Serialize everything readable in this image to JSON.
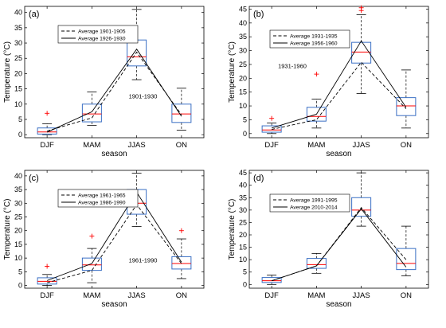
{
  "chart_data": [
    {
      "type": "box",
      "panel_label": "(a)",
      "categories": [
        "DJF",
        "MAM",
        "JJAS",
        "ON"
      ],
      "xlabel": "season",
      "ylabel": "Temperature (°C)",
      "ylim": [
        -1,
        42
      ],
      "yticks": [
        0,
        5,
        10,
        15,
        20,
        25,
        30,
        35,
        40
      ],
      "annotation": "1901-1930",
      "legend": {
        "placement": "top-left"
      },
      "boxes": [
        {
          "min": 0.0,
          "q1": 0.2,
          "median": 0.9,
          "q3": 2.2,
          "max": 3.6,
          "outliers": [
            7.0
          ]
        },
        {
          "min": 3.0,
          "q1": 4.2,
          "median": 6.8,
          "q3": 10.0,
          "max": 14.0,
          "outliers": []
        },
        {
          "min": 18.0,
          "q1": 22.5,
          "median": 25.5,
          "q3": 31.0,
          "max": 41.0,
          "outliers": []
        },
        {
          "min": 1.5,
          "q1": 4.0,
          "median": 6.8,
          "q3": 10.0,
          "max": 15.2,
          "outliers": []
        }
      ],
      "series": [
        {
          "name": "Average 1901-1905",
          "style": "dashed",
          "values": [
            1.2,
            5.5,
            27.0,
            6.5
          ]
        },
        {
          "name": "Average 1926-1930",
          "style": "solid",
          "values": [
            0.8,
            7.5,
            28.0,
            6.0
          ]
        }
      ]
    },
    {
      "type": "box",
      "panel_label": "(b)",
      "categories": [
        "DJF",
        "MAM",
        "JJAS",
        "ON"
      ],
      "xlabel": "season",
      "ylabel": "Temperature (°C)",
      "ylim": [
        -1.5,
        46
      ],
      "yticks": [
        0,
        5,
        10,
        15,
        20,
        25,
        30,
        35,
        40,
        45
      ],
      "annotation": "1931-1960",
      "legend": {
        "placement": "top-left"
      },
      "boxes": [
        {
          "min": 0.0,
          "q1": 0.5,
          "median": 1.3,
          "q3": 2.8,
          "max": 3.8,
          "outliers": [
            5.5
          ]
        },
        {
          "min": 2.0,
          "q1": 4.5,
          "median": 6.2,
          "q3": 9.5,
          "max": 12.5,
          "outliers": [
            21.5
          ]
        },
        {
          "min": 14.5,
          "q1": 25.5,
          "median": 29.5,
          "q3": 33.0,
          "max": 43.0,
          "outliers": [
            44.5,
            45.5
          ]
        },
        {
          "min": 2.0,
          "q1": 6.5,
          "median": 10.0,
          "q3": 13.0,
          "max": 23.0,
          "outliers": []
        }
      ],
      "series": [
        {
          "name": "Average 1931-1935",
          "style": "dashed",
          "values": [
            1.5,
            5.0,
            25.8,
            9.0
          ]
        },
        {
          "name": "Average 1956-1960",
          "style": "solid",
          "values": [
            2.0,
            7.0,
            33.5,
            9.5
          ]
        }
      ]
    },
    {
      "type": "box",
      "panel_label": "(c)",
      "categories": [
        "DJF",
        "MAM",
        "JJAS",
        "ON"
      ],
      "xlabel": "season",
      "ylabel": "Temperature (°C)",
      "ylim": [
        -1,
        42
      ],
      "yticks": [
        0,
        5,
        10,
        15,
        20,
        25,
        30,
        35,
        40
      ],
      "annotation": "1961-1990",
      "legend": {
        "placement": "top-left"
      },
      "boxes": [
        {
          "min": 0.0,
          "q1": 0.5,
          "median": 1.5,
          "q3": 2.8,
          "max": 4.0,
          "outliers": [
            7.0
          ]
        },
        {
          "min": 1.0,
          "q1": 5.5,
          "median": 7.5,
          "q3": 10.0,
          "max": 13.5,
          "outliers": [
            18.0
          ]
        },
        {
          "min": 21.5,
          "q1": 26.0,
          "median": 30.0,
          "q3": 35.0,
          "max": 41.0,
          "outliers": []
        },
        {
          "min": 2.5,
          "q1": 6.0,
          "median": 8.0,
          "q3": 10.5,
          "max": 17.0,
          "outliers": [
            20.0
          ]
        }
      ],
      "series": [
        {
          "name": "Average 1961-1965",
          "style": "dashed",
          "values": [
            1.0,
            5.5,
            29.5,
            8.0
          ]
        },
        {
          "name": "Average 1986-1990",
          "style": "solid",
          "values": [
            1.8,
            8.0,
            34.0,
            8.5
          ]
        }
      ]
    },
    {
      "type": "box",
      "panel_label": "(d)",
      "categories": [
        "DJF",
        "MAM",
        "JJAS",
        "ON"
      ],
      "xlabel": "season",
      "ylabel": "Temperature (°C)",
      "ylim": [
        -1.5,
        46
      ],
      "yticks": [
        0,
        5,
        10,
        15,
        20,
        25,
        30,
        35,
        40,
        45
      ],
      "annotation": "",
      "legend": {
        "placement": "top-left"
      },
      "boxes": [
        {
          "min": 0.0,
          "q1": 0.8,
          "median": 1.5,
          "q3": 2.8,
          "max": 3.8,
          "outliers": []
        },
        {
          "min": 4.5,
          "q1": 6.5,
          "median": 8.0,
          "q3": 10.5,
          "max": 12.5,
          "outliers": []
        },
        {
          "min": 23.5,
          "q1": 27.5,
          "median": 30.0,
          "q3": 35.0,
          "max": 45.0,
          "outliers": []
        },
        {
          "min": 3.5,
          "q1": 6.0,
          "median": 8.5,
          "q3": 14.5,
          "max": 23.5,
          "outliers": []
        }
      ],
      "series": [
        {
          "name": "Average 1991-1995",
          "style": "dashed",
          "values": [
            1.5,
            7.5,
            31.0,
            10.0
          ]
        },
        {
          "name": "Average 2010-2014",
          "style": "solid",
          "values": [
            1.5,
            7.5,
            30.5,
            7.0
          ]
        }
      ]
    }
  ],
  "colors": {
    "box": "#3a6fc4",
    "median": "#ff0000",
    "outlier": "#ff0000",
    "whisker": "#000000",
    "line": "#000000"
  }
}
